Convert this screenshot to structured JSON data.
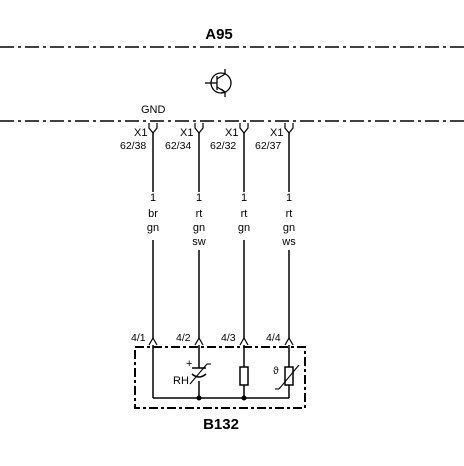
{
  "module_top": {
    "name": "A95",
    "ground_label": "GND"
  },
  "module_bottom": {
    "name": "B132"
  },
  "top_pins": [
    {
      "connector": "X1",
      "pin": "62/38"
    },
    {
      "connector": "X1",
      "pin": "62/34"
    },
    {
      "connector": "X1",
      "pin": "62/32"
    },
    {
      "connector": "X1",
      "pin": "62/37"
    }
  ],
  "wires": [
    {
      "number": "1",
      "color1": "br",
      "color2": "gn",
      "color3": ""
    },
    {
      "number": "1",
      "color1": "rt",
      "color2": "gn",
      "color3": "sw"
    },
    {
      "number": "1",
      "color1": "rt",
      "color2": "gn",
      "color3": ""
    },
    {
      "number": "1",
      "color1": "rt",
      "color2": "gn",
      "color3": "ws"
    }
  ],
  "bottom_pins": [
    "4/1",
    "4/2",
    "4/3",
    "4/4"
  ],
  "components": {
    "humidity_capacitor_label": "RH"
  },
  "icons": [
    "transistor-icon",
    "capacitor-icon",
    "resistor-icon",
    "thermistor-icon"
  ]
}
